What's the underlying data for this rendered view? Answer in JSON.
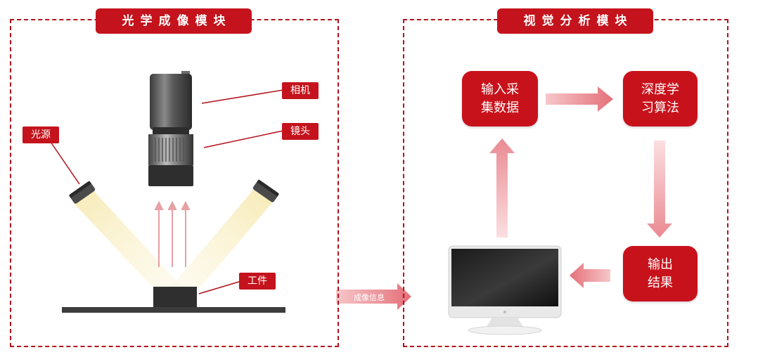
{
  "left_module": {
    "title": "光学成像模块",
    "labels": {
      "camera": "相机",
      "lens": "镜头",
      "light": "光源",
      "workpiece": "工件"
    }
  },
  "right_module": {
    "title": "视觉分析模块",
    "nodes": {
      "input": "输入采集数据",
      "deep": "深度学习算法",
      "output": "输出结果"
    }
  },
  "flow_label": "成像信息",
  "colors": {
    "accent": "#c4131c",
    "arrow": "#e88a90",
    "light": "#fbf3c8"
  }
}
